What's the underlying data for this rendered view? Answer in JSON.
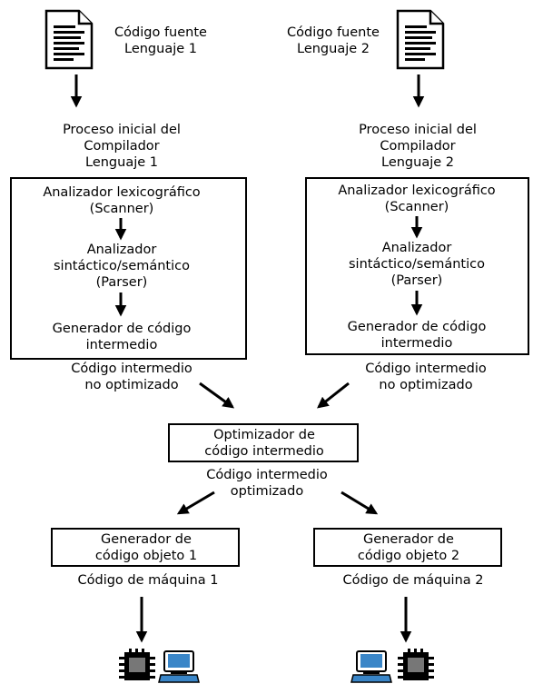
{
  "left": {
    "source": [
      "Código fuente",
      "Lenguaje 1"
    ],
    "initial": [
      "Proceso inicial del",
      "Compilador",
      "Lenguaje 1"
    ],
    "scanner": [
      "Analizador lexicográfico",
      "(Scanner)"
    ],
    "parser": [
      "Analizador",
      "sintáctico/semántico",
      "(Parser)"
    ],
    "intgen": [
      "Generador de código",
      "intermedio"
    ],
    "unopt": [
      "Código intermedio",
      "no optimizado"
    ]
  },
  "right": {
    "source": [
      "Código fuente",
      "Lenguaje 2"
    ],
    "initial": [
      "Proceso inicial del",
      "Compilador",
      "Lenguaje 2"
    ],
    "scanner": [
      "Analizador lexicográfico",
      "(Scanner)"
    ],
    "parser": [
      "Analizador",
      "sintáctico/semántico",
      "(Parser)"
    ],
    "intgen": [
      "Generador de código",
      "intermedio"
    ],
    "unopt": [
      "Código intermedio",
      "no optimizado"
    ]
  },
  "optimizer": [
    "Optimizador de",
    "código intermedio"
  ],
  "optimized": [
    "Código intermedio",
    "optimizado"
  ],
  "objgen1": [
    "Generador de",
    "código objeto 1"
  ],
  "objgen2": [
    "Generador de",
    "código objeto 2"
  ],
  "machine1": "Código de máquina 1",
  "machine2": "Código de máquina 2",
  "icons": [
    "document-icon",
    "chip-icon",
    "computer-icon"
  ]
}
